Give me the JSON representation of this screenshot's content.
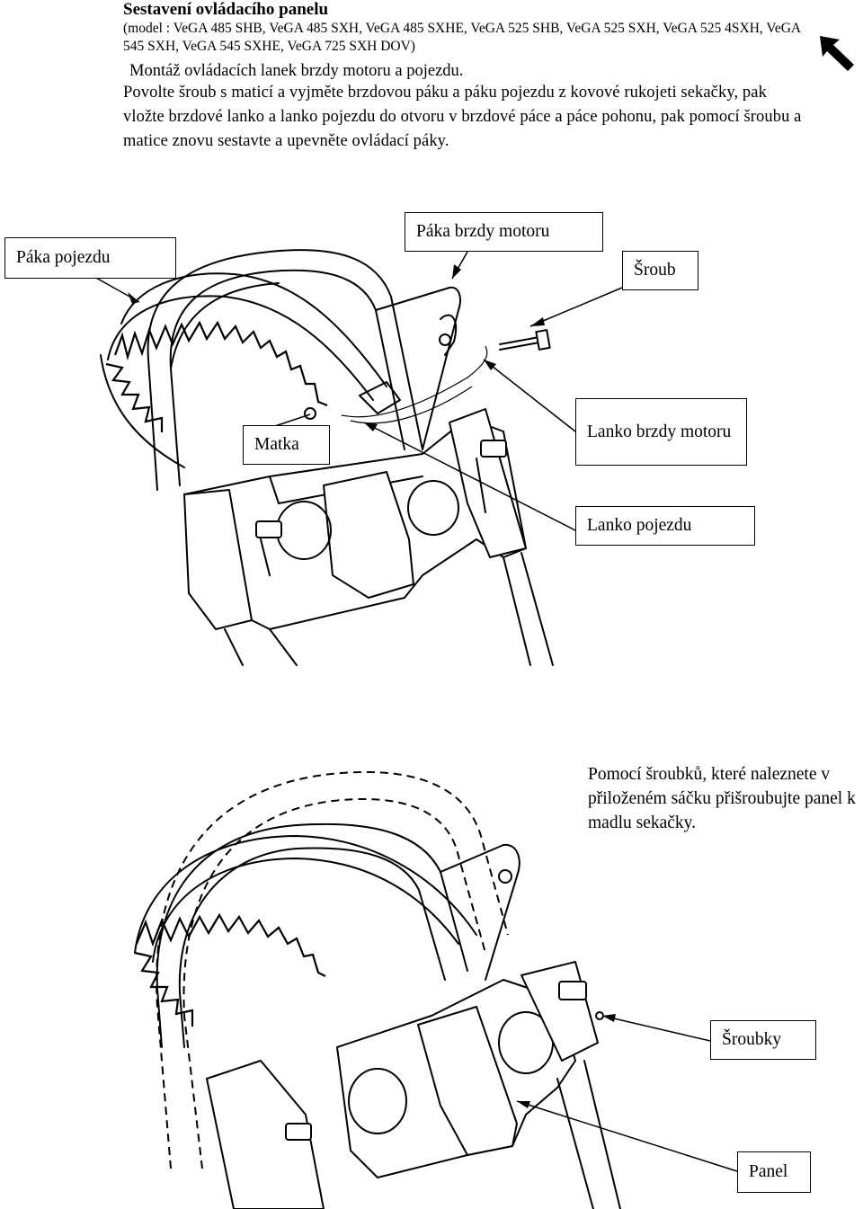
{
  "header": {
    "title": "Sestavení ovládacího panelu",
    "models": "(model : VeGA 485 SHB, VeGA 485 SXH, VeGA 485 SXHE, VeGA 525 SHB, VeGA 525 SXH,  VeGA 525 4SXH, VeGA 545 SXH, VeGA  545 SXHE, VeGA 725 SXH DOV)",
    "subtitle": "Montáž ovládacích lanek brzdy motoru a pojezdu.",
    "instructions": "Povolte šroub s maticí a vyjměte brzdovou páku a páku pojezdu z kovové rukojeti sekačky, pak vložte brzdové lanko a lanko pojezdu do otvoru v brzdové páce a páce pohonu, pak pomocí šroubu a matice znovu sestavte a upevněte ovládací páky."
  },
  "figure1": {
    "labels": {
      "drive_lever": "Páka pojezdu",
      "brake_lever": "Páka brzdy motoru",
      "bolt": "Šroub",
      "nut": "Matka",
      "brake_cable": "Lanko brzdy motoru",
      "drive_cable": "Lanko pojezdu"
    }
  },
  "figure2": {
    "note": "Pomocí  šroubků, které naleznete v přiloženém sáčku  přišroubujte panel k madlu sekačky.",
    "labels": {
      "screws": "Šroubky",
      "panel": "Panel"
    }
  },
  "icons": {
    "corner": "arrow-up-left-icon"
  }
}
